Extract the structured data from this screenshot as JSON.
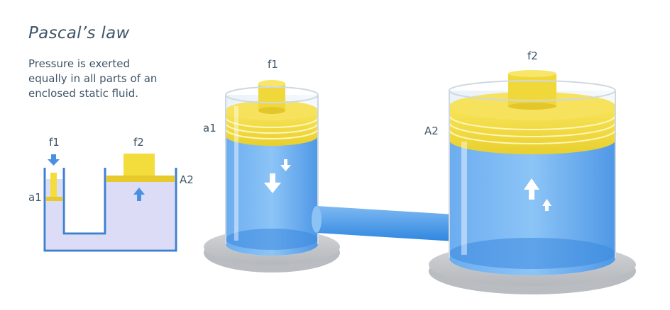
{
  "title": "Pascal’s law",
  "subtitle": "Pressure is exerted equally in all parts of an enclosed static fluid.",
  "small_diagram": {
    "f1": "f1",
    "f2": "f2",
    "a1": "a1",
    "A2": "A2"
  },
  "large_diagram": {
    "f1": "f1",
    "f2": "f2",
    "a1": "a1",
    "A2": "A2"
  },
  "colors": {
    "text": "#3f5569",
    "fluid_light": "#dcdcf7",
    "fluid_blue": "#5da2eb",
    "piston_yellow": "#f2dd3c",
    "wall_blue": "#3f7fcf",
    "base_grey": "#c7c9cc"
  }
}
